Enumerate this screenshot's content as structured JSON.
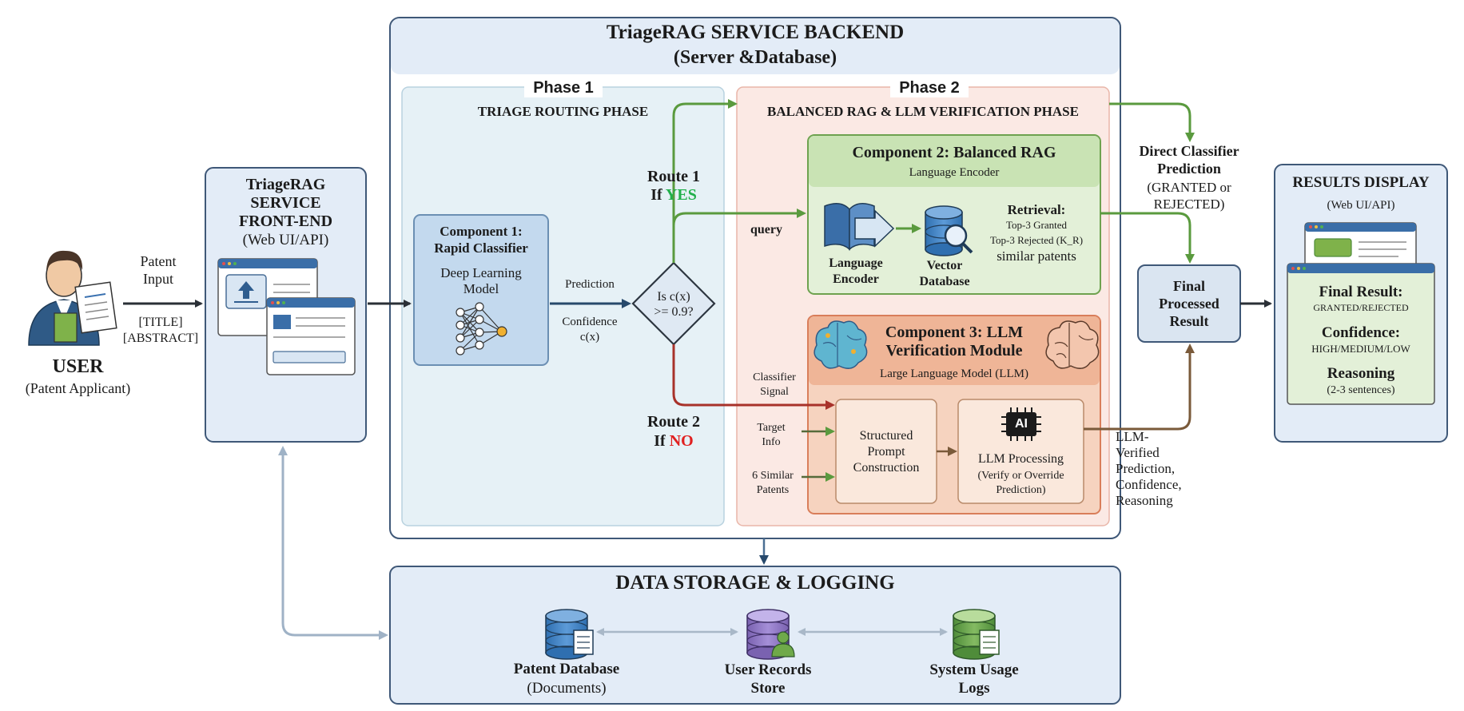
{
  "user": {
    "title": "USER",
    "subtitle": "(Patent Applicant)"
  },
  "input_arrow": {
    "label": "Patent\nInput",
    "fields": "[TITLE]\n[ABSTRACT]"
  },
  "frontend": {
    "title": "TriageRAG\nSERVICE\nFRONT-END",
    "subtitle": "(Web UI/API)"
  },
  "backend": {
    "title": "TriageRAG SERVICE BACKEND",
    "subtitle": "(Server &Database)"
  },
  "phase1": {
    "label": "Phase 1",
    "title": "TRIAGE ROUTING PHASE",
    "component1_title": "Component 1:\nRapid Classifier",
    "component1_sub": "Deep Learning\nModel",
    "prediction_label": "Prediction",
    "confidence_label": "Confidence\nc(x)",
    "decision": "Is c(x)\n>= 0.9?",
    "route1_label": "Route 1",
    "route1_if": "If",
    "route1_value": "YES",
    "route2_label": "Route 2",
    "route2_if": "If",
    "route2_value": "NO"
  },
  "phase2": {
    "label": "Phase 2",
    "title": "BALANCED RAG & LLM VERIFICATION PHASE",
    "query_label": "query",
    "component2_title": "Component 2: Balanced RAG",
    "component2_sub": "Language Encoder",
    "encoder_label": "Language\nEncoder",
    "vector_db_label": "Vector\nDatabase",
    "retrieval_title": "Retrieval:",
    "retrieval_granted": "Top-3 Granted",
    "retrieval_rejected": "Top-3 Rejected (K_R)",
    "retrieval_similar": "similar patents",
    "component3_title": "Component 3: LLM\nVerification Module",
    "component3_sub": "Large Language Model (LLM)",
    "classifier_signal": "Classifier\nSignal",
    "target_info": "Target\nInfo",
    "six_similar": "6 Similar\nPatents",
    "structured_prompt": "Structured\nPrompt\nConstruction",
    "ai_chip": "AI",
    "llm_processing": "LLM Processing",
    "llm_processing_sub": "(Verify or Override\nPrediction)"
  },
  "direct_classifier": {
    "title": "Direct Classifier\nPrediction",
    "sub": "(GRANTED or\nREJECTED)"
  },
  "llm_verified": "LLM-\nVerified\nPrediction,\nConfidence,\nReasoning",
  "final": {
    "label": "Final\nProcessed\nResult"
  },
  "results": {
    "title": "RESULTS DISPLAY",
    "subtitle": "(Web UI/API)",
    "final_result_label": "Final Result:",
    "final_result_value": "GRANTED/REJECTED",
    "confidence_label": "Confidence:",
    "confidence_value": "HIGH/MEDIUM/LOW",
    "reasoning_label": "Reasoning",
    "reasoning_value": "(2-3 sentences)"
  },
  "storage": {
    "title": "DATA STORAGE & LOGGING",
    "patent_db": "Patent Database",
    "patent_db_sub": "(Documents)",
    "user_records": "User Records\nStore",
    "system_logs": "System Usage\nLogs"
  },
  "colors": {
    "green_route": "#5a9a3e",
    "red_route": "#a8322a",
    "yes": "#22b04b",
    "no": "#e02020",
    "phase1_bg": "#e6f1f6",
    "phase2_bg": "#fbe9e4",
    "rag_bg": "#e3f0d8",
    "llm_bg": "#f6d3bf"
  }
}
